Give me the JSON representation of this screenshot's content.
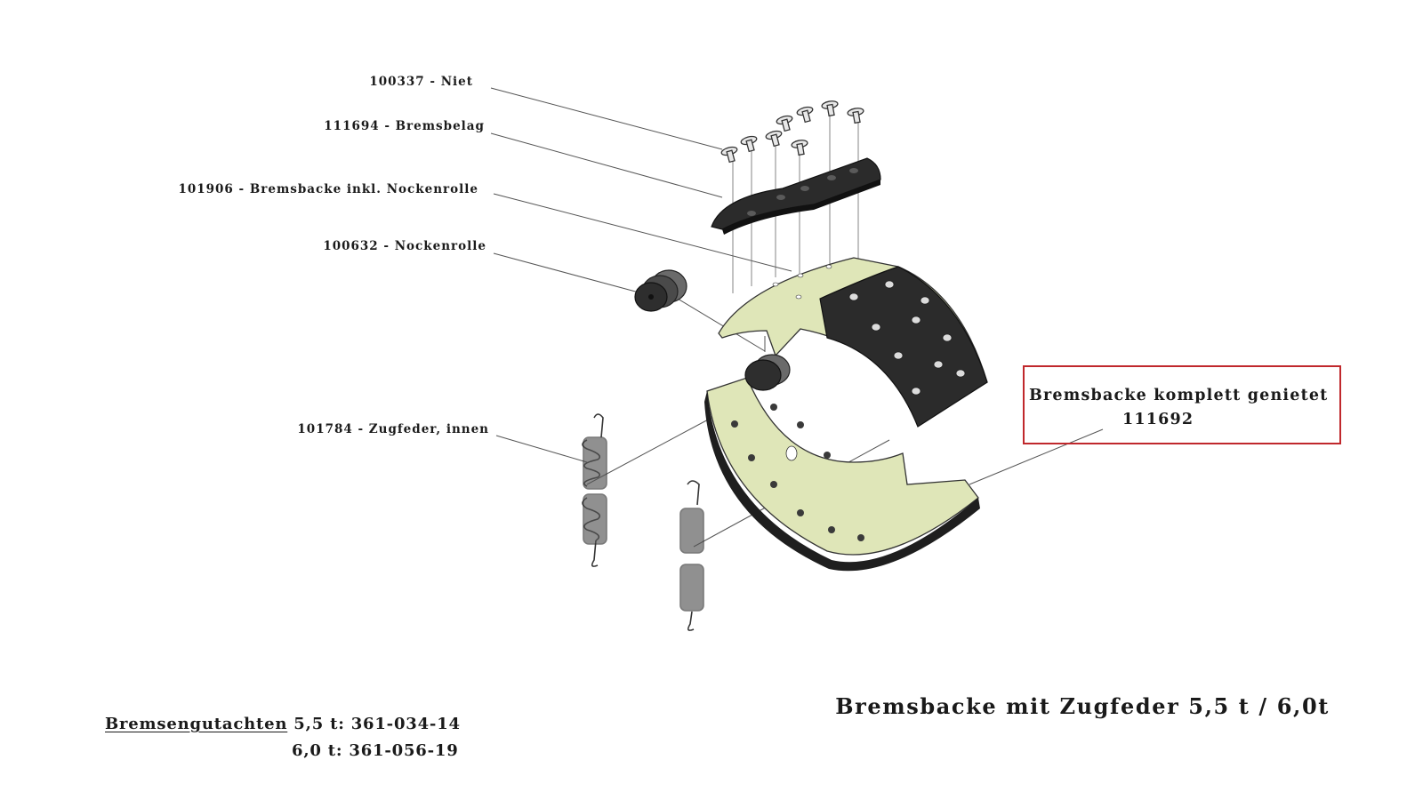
{
  "parts": [
    {
      "label": "100337 - Niet"
    },
    {
      "label": "111694 - Bremsbelag"
    },
    {
      "label": "101906 - Bremsbacke inkl. Nockenrolle"
    },
    {
      "label": "100632 - Nockenrolle"
    },
    {
      "label": "101784 - Zugfeder, innen"
    }
  ],
  "callout": {
    "title": "Bremsbacke komplett genietet",
    "number": "111692",
    "border_color": "#c0282c"
  },
  "title": "Bremsbacke mit Zugfeder 5,5 t / 6,0t",
  "report": {
    "label": "Bremsengutachten",
    "row1": "5,5 t: 361-034-14",
    "row2": "6,0 t: 361-056-19"
  },
  "colors": {
    "shoe_body": "#dfe6b8",
    "lining": "#2b2b2b",
    "line": "#555555"
  }
}
